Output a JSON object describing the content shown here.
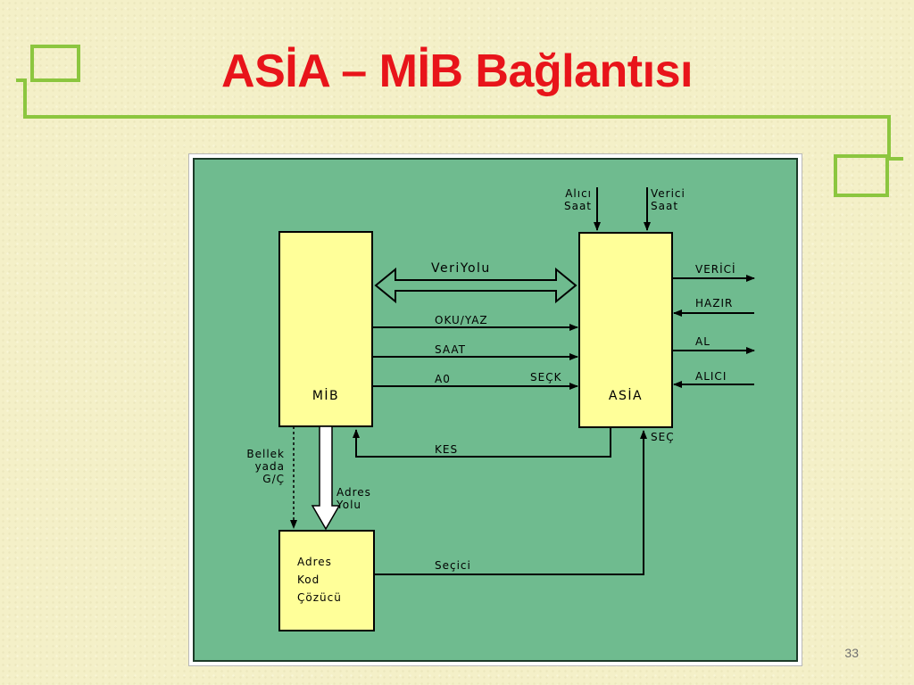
{
  "slide": {
    "title": "ASİA – MİB Bağlantısı",
    "page_number": "33"
  },
  "colors": {
    "title": "#e8141a",
    "decor_line": "#8cc63f",
    "diagram_bg": "#6fbb8f",
    "block_fill": "#ffff99"
  },
  "diagram": {
    "blocks": {
      "mib": "MİB",
      "asia": "ASİA",
      "decoder": [
        "Adres",
        "Kod",
        "Çözücü"
      ]
    },
    "bus": {
      "veri_yolu": "VeriYolu"
    },
    "signals": {
      "oku_yaz": "OKU/YAZ",
      "saat": "SAAT",
      "a0": "A0",
      "sec_k": "SEÇK",
      "kes": "KES",
      "sec_bottom": "SEÇ",
      "secici": "Seçici",
      "alici_saat": [
        "Alıcı",
        "Saat"
      ],
      "verici_saat": [
        "Verici",
        "Saat"
      ],
      "verici": "VERİCİ",
      "hazir": "HAZIR",
      "al": "AL",
      "alici": "ALICI",
      "bellek": [
        "Bellek",
        "yada",
        "G/Ç"
      ],
      "adres_yolu": [
        "Adres",
        "Yolu"
      ]
    }
  }
}
